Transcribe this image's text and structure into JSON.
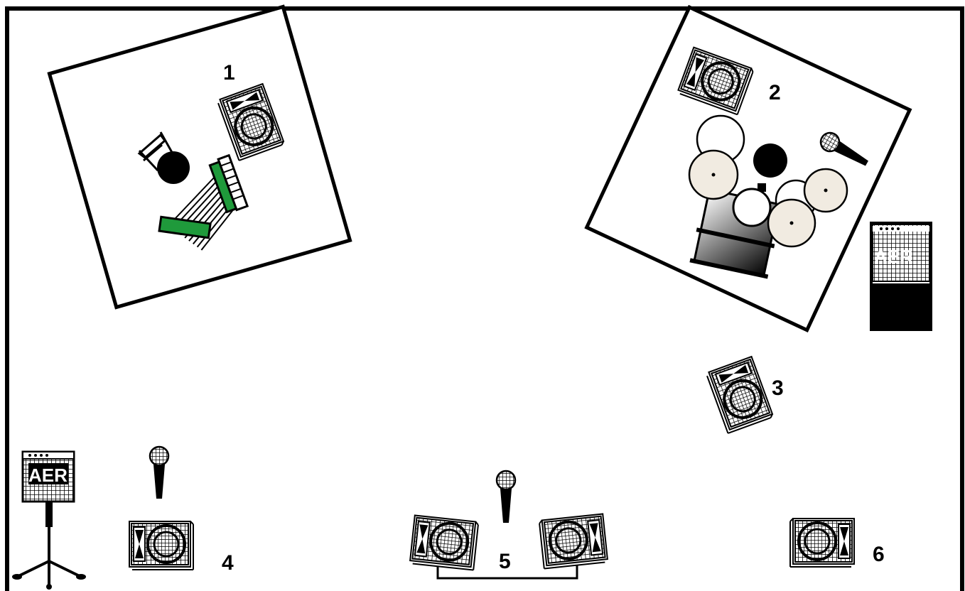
{
  "title": "",
  "labels": {
    "riser1": "1",
    "riser2": "2",
    "monitor3": "3",
    "position4": "4",
    "position5": "5",
    "position6": "6"
  },
  "amps": {
    "right": "AER",
    "left": "AER"
  },
  "colors": {
    "accordion_green": "#1f9a3b",
    "cymbal": "#f1ebe1",
    "ink": "#000000"
  },
  "icons": [
    "monitor-wedge-icon",
    "microphone-icon",
    "chair-icon",
    "accordion-icon",
    "drum-kit-icon",
    "amplifier-icon",
    "mic-stand-icon"
  ]
}
